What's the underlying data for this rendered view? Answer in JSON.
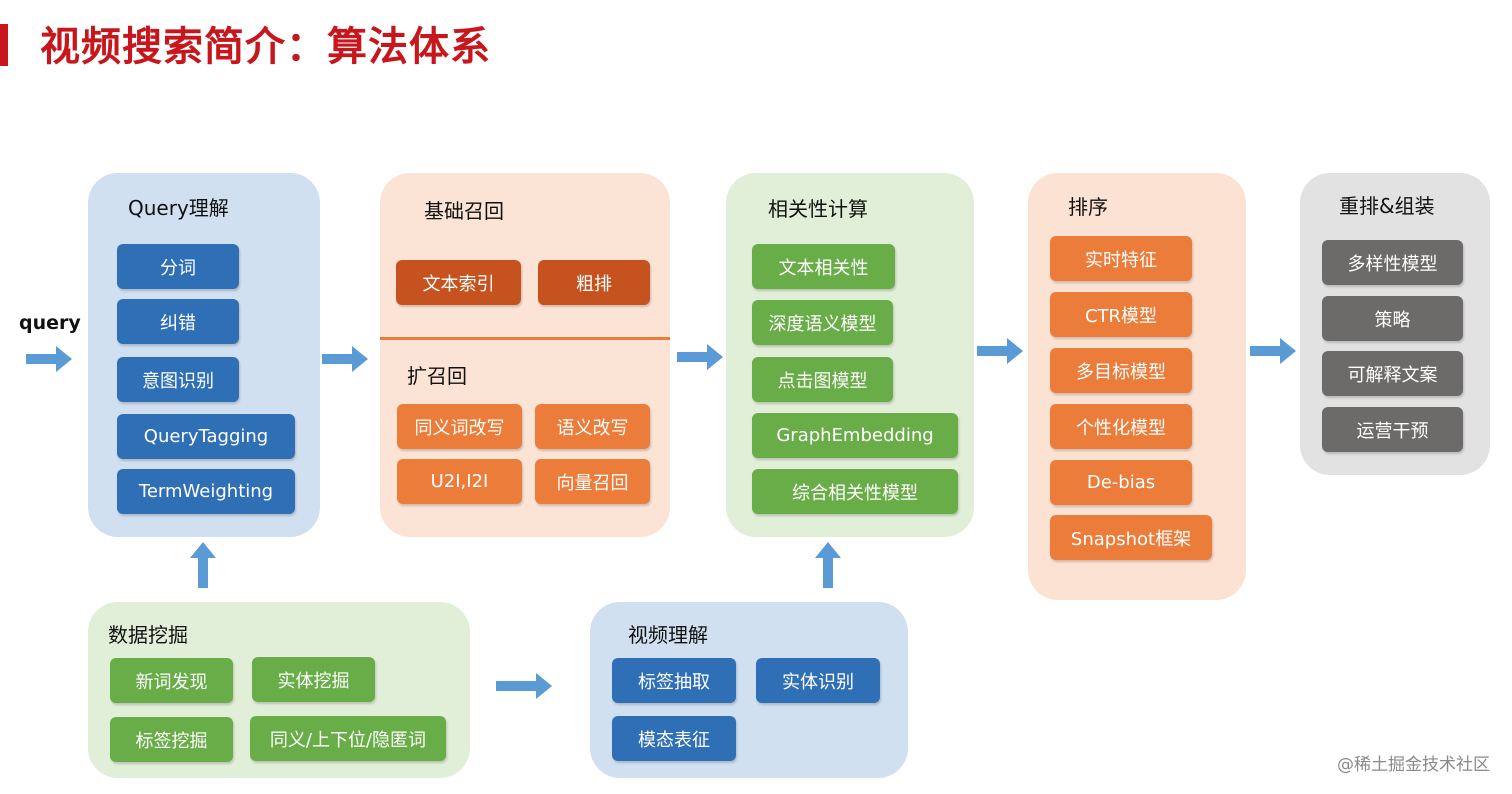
{
  "title": "视频搜索简介：算法体系",
  "query_label": "query",
  "query_panel": {
    "title": "Query理解",
    "items": [
      "分词",
      "纠错",
      "意图识别",
      "QueryTagging",
      "TermWeighting"
    ]
  },
  "recall_panel": {
    "title": "基础召回",
    "base_items": [
      "文本索引",
      "粗排"
    ],
    "ext_title": "扩召回",
    "ext_items": [
      "同义词改写",
      "语义改写",
      "U2I,I2I",
      "向量召回"
    ]
  },
  "relevance_panel": {
    "title": "相关性计算",
    "items": [
      "文本相关性",
      "深度语义模型",
      "点击图模型",
      "GraphEmbedding",
      "综合相关性模型"
    ]
  },
  "rank_panel": {
    "title": "排序",
    "items": [
      "实时特征",
      "CTR模型",
      "多目标模型",
      "个性化模型",
      "De-bias",
      "Snapshot框架"
    ]
  },
  "rerank_panel": {
    "title": "重排&组装",
    "items": [
      "多样性模型",
      "策略",
      "可解释文案",
      "运营干预"
    ]
  },
  "mining_panel": {
    "title": "数据挖掘",
    "items": [
      "新词发现",
      "实体挖掘",
      "标签挖掘",
      "同义/上下位/隐匿词"
    ]
  },
  "video_panel": {
    "title": "视频理解",
    "items": [
      "标签抽取",
      "实体识别",
      "模态表征"
    ]
  },
  "watermark": "@稀土掘金技术社区",
  "colors": {
    "title_red": "#c8161d",
    "arrow_blue": "#5b9bd5",
    "button_blue": "#2f6fb5",
    "button_orange": "#ec7c3a",
    "button_dark_orange": "#c6531f",
    "button_green": "#69ad48",
    "button_gray": "#6d6b6a"
  }
}
